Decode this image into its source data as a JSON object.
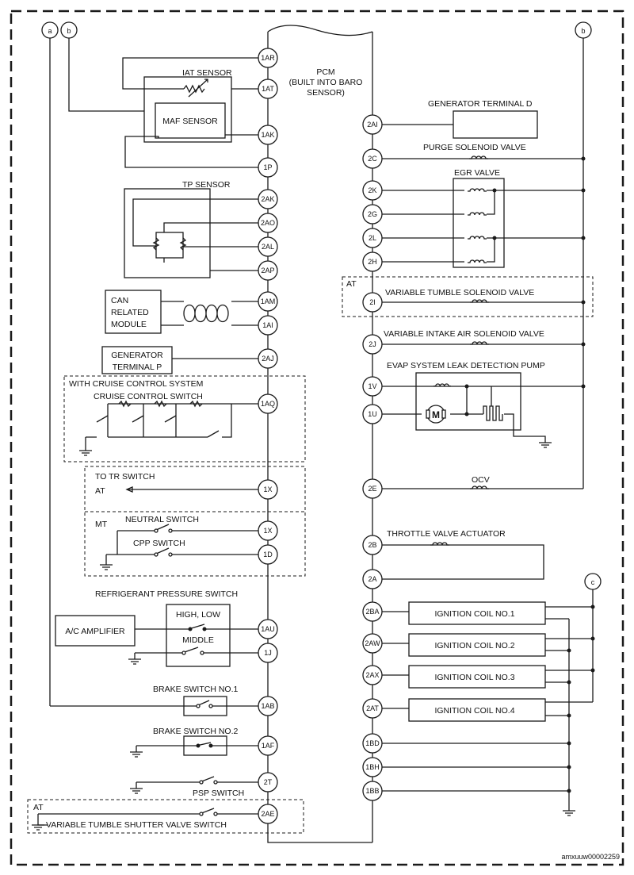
{
  "pcm": {
    "label_line1": "PCM",
    "label_line2": "(BUILT INTO BARO",
    "label_line3": "SENSOR)"
  },
  "connectors": {
    "a": "a",
    "b": "b",
    "c": "c"
  },
  "left_pins": [
    "1AR",
    "1AT",
    "1AK",
    "1P",
    "2AK",
    "2AO",
    "2AL",
    "2AP",
    "1AM",
    "1AI",
    "2AJ",
    "1AQ",
    "1X",
    "1X",
    "1D",
    "1AU",
    "1J",
    "1AB",
    "1AF",
    "2T",
    "2AE"
  ],
  "right_pins": [
    "2AI",
    "2C",
    "2K",
    "2G",
    "2L",
    "2H",
    "2I",
    "2J",
    "1V",
    "1U",
    "2E",
    "2B",
    "2A",
    "2BA",
    "2AW",
    "2AX",
    "2AT",
    "1BD",
    "1BH",
    "1BB"
  ],
  "left_components": {
    "iat_sensor": "IAT SENSOR",
    "maf_sensor": "MAF SENSOR",
    "tp_sensor": "TP SENSOR",
    "can_module_line1": "CAN",
    "can_module_line2": "RELATED",
    "can_module_line3": "MODULE",
    "generator_p_line1": "GENERATOR",
    "generator_p_line2": "TERMINAL P",
    "cruise_system": "WITH CRUISE CONTROL SYSTEM",
    "cruise_switch": "CRUISE CONTROL SWITCH",
    "to_tr_switch": "TO TR SWITCH",
    "at_label": "AT",
    "mt_label": "MT",
    "neutral_switch": "NEUTRAL SWITCH",
    "cpp_switch": "CPP SWITCH",
    "refrigerant_switch": "REFRIGERANT PRESSURE SWITCH",
    "ac_amplifier": "A/C AMPLIFIER",
    "high_low": "HIGH, LOW",
    "middle": "MIDDLE",
    "brake_switch_1": "BRAKE SWITCH NO.1",
    "brake_switch_2": "BRAKE SWITCH NO.2",
    "psp_switch": "PSP SWITCH",
    "at_bottom": "AT",
    "tumble_shutter_switch": "VARIABLE TUMBLE SHUTTER VALVE SWITCH"
  },
  "right_components": {
    "generator_d": "GENERATOR TERMINAL D",
    "purge_valve": "PURGE SOLENOID VALVE",
    "egr_valve": "EGR VALVE",
    "at_label": "AT",
    "tumble_valve": "VARIABLE TUMBLE SOLENOID VALVE",
    "intake_valve": "VARIABLE INTAKE AIR SOLENOID VALVE",
    "evap_pump": "EVAP SYSTEM LEAK DETECTION PUMP",
    "motor": "M",
    "ocv": "OCV",
    "throttle_actuator": "THROTTLE VALVE ACTUATOR",
    "coil_1": "IGNITION COIL NO.1",
    "coil_2": "IGNITION COIL NO.2",
    "coil_3": "IGNITION COIL NO.3",
    "coil_4": "IGNITION COIL NO.4"
  },
  "figure_code": "amxuuw00002259"
}
